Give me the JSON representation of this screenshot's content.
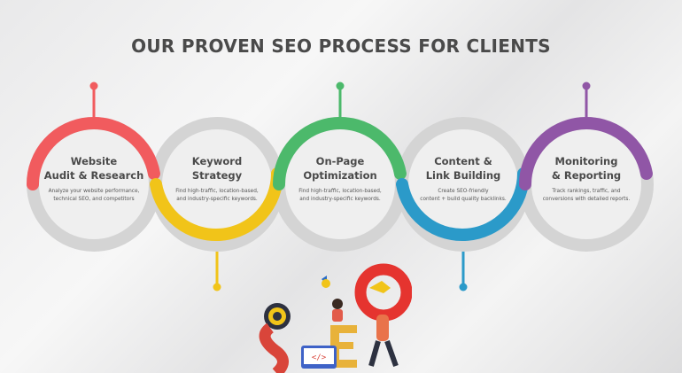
{
  "title": "OUR PROVEN SEO PROCESS FOR CLIENTS",
  "steps": [
    {
      "title_line1": "Website",
      "title_line2": "Audit & Research",
      "desc_line1": "Analyze your website performance,",
      "desc_line2": "technical SEO, and competitors",
      "color": "#f15b5e"
    },
    {
      "title_line1": "Keyword",
      "title_line2": "Strategy",
      "desc_line1": "Find high-traffic, location-based,",
      "desc_line2": "and industry-specific keywords.",
      "color": "#f1c419"
    },
    {
      "title_line1": "On-Page",
      "title_line2": "Optimization",
      "desc_line1": "Find high-traffic, location-based,",
      "desc_line2": "and industry-specific keywords.",
      "color": "#4cb96b"
    },
    {
      "title_line1": "Content &",
      "title_line2": "Link Building",
      "desc_line1": "Create SEO-friendly",
      "desc_line2": "content + build quality backlinks.",
      "color": "#2b9ac9"
    },
    {
      "title_line1": "Monitoring",
      "title_line2": "& Reporting",
      "desc_line1": "Track rankings, traffic, and",
      "desc_line2": "conversions with detailed reports.",
      "color": "#9056a6"
    }
  ],
  "ring_color": "#d4d4d4",
  "illustration": {
    "letters": "SEO",
    "code_icon": "</>"
  }
}
